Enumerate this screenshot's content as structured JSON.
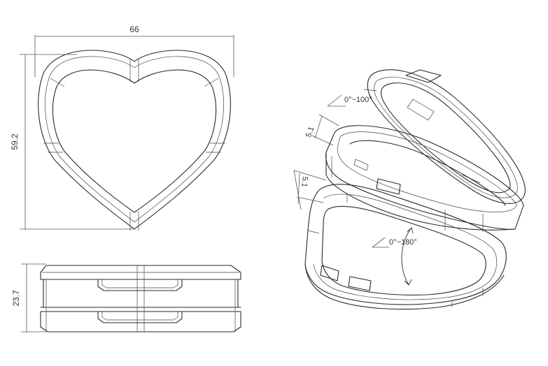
{
  "dimensions": {
    "width": "66",
    "height": "59.2",
    "thickness": "23.7"
  },
  "annotations": {
    "lid_angle": "0°~100°",
    "mid_angle": "0°~180°",
    "depth_upper": "5.1",
    "depth_lower": "5.1"
  }
}
